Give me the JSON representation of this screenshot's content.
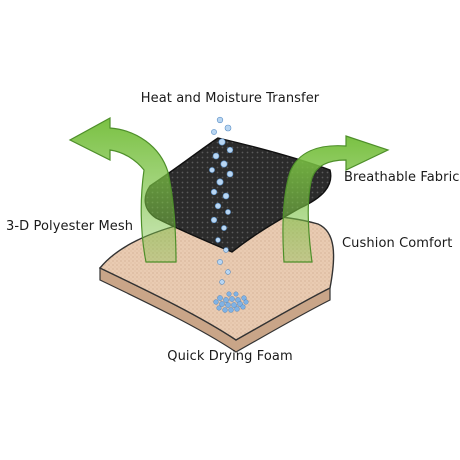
{
  "labels": {
    "heat_moisture": "Heat and Moisture Transfer",
    "breathable_fabric": "Breathable Fabric",
    "polyester_mesh": "3-D Polyester Mesh",
    "cushion_comfort": "Cushion Comfort",
    "quick_drying_foam": "Quick Drying Foam"
  },
  "colors": {
    "foam": "#e9cbb2",
    "foam_edge": "#c9a588",
    "mesh": "#2b2b2b",
    "arrow_green": "#7ac143",
    "arrow_dark": "#4e8f2a",
    "droplet": "#7fb2e5"
  }
}
